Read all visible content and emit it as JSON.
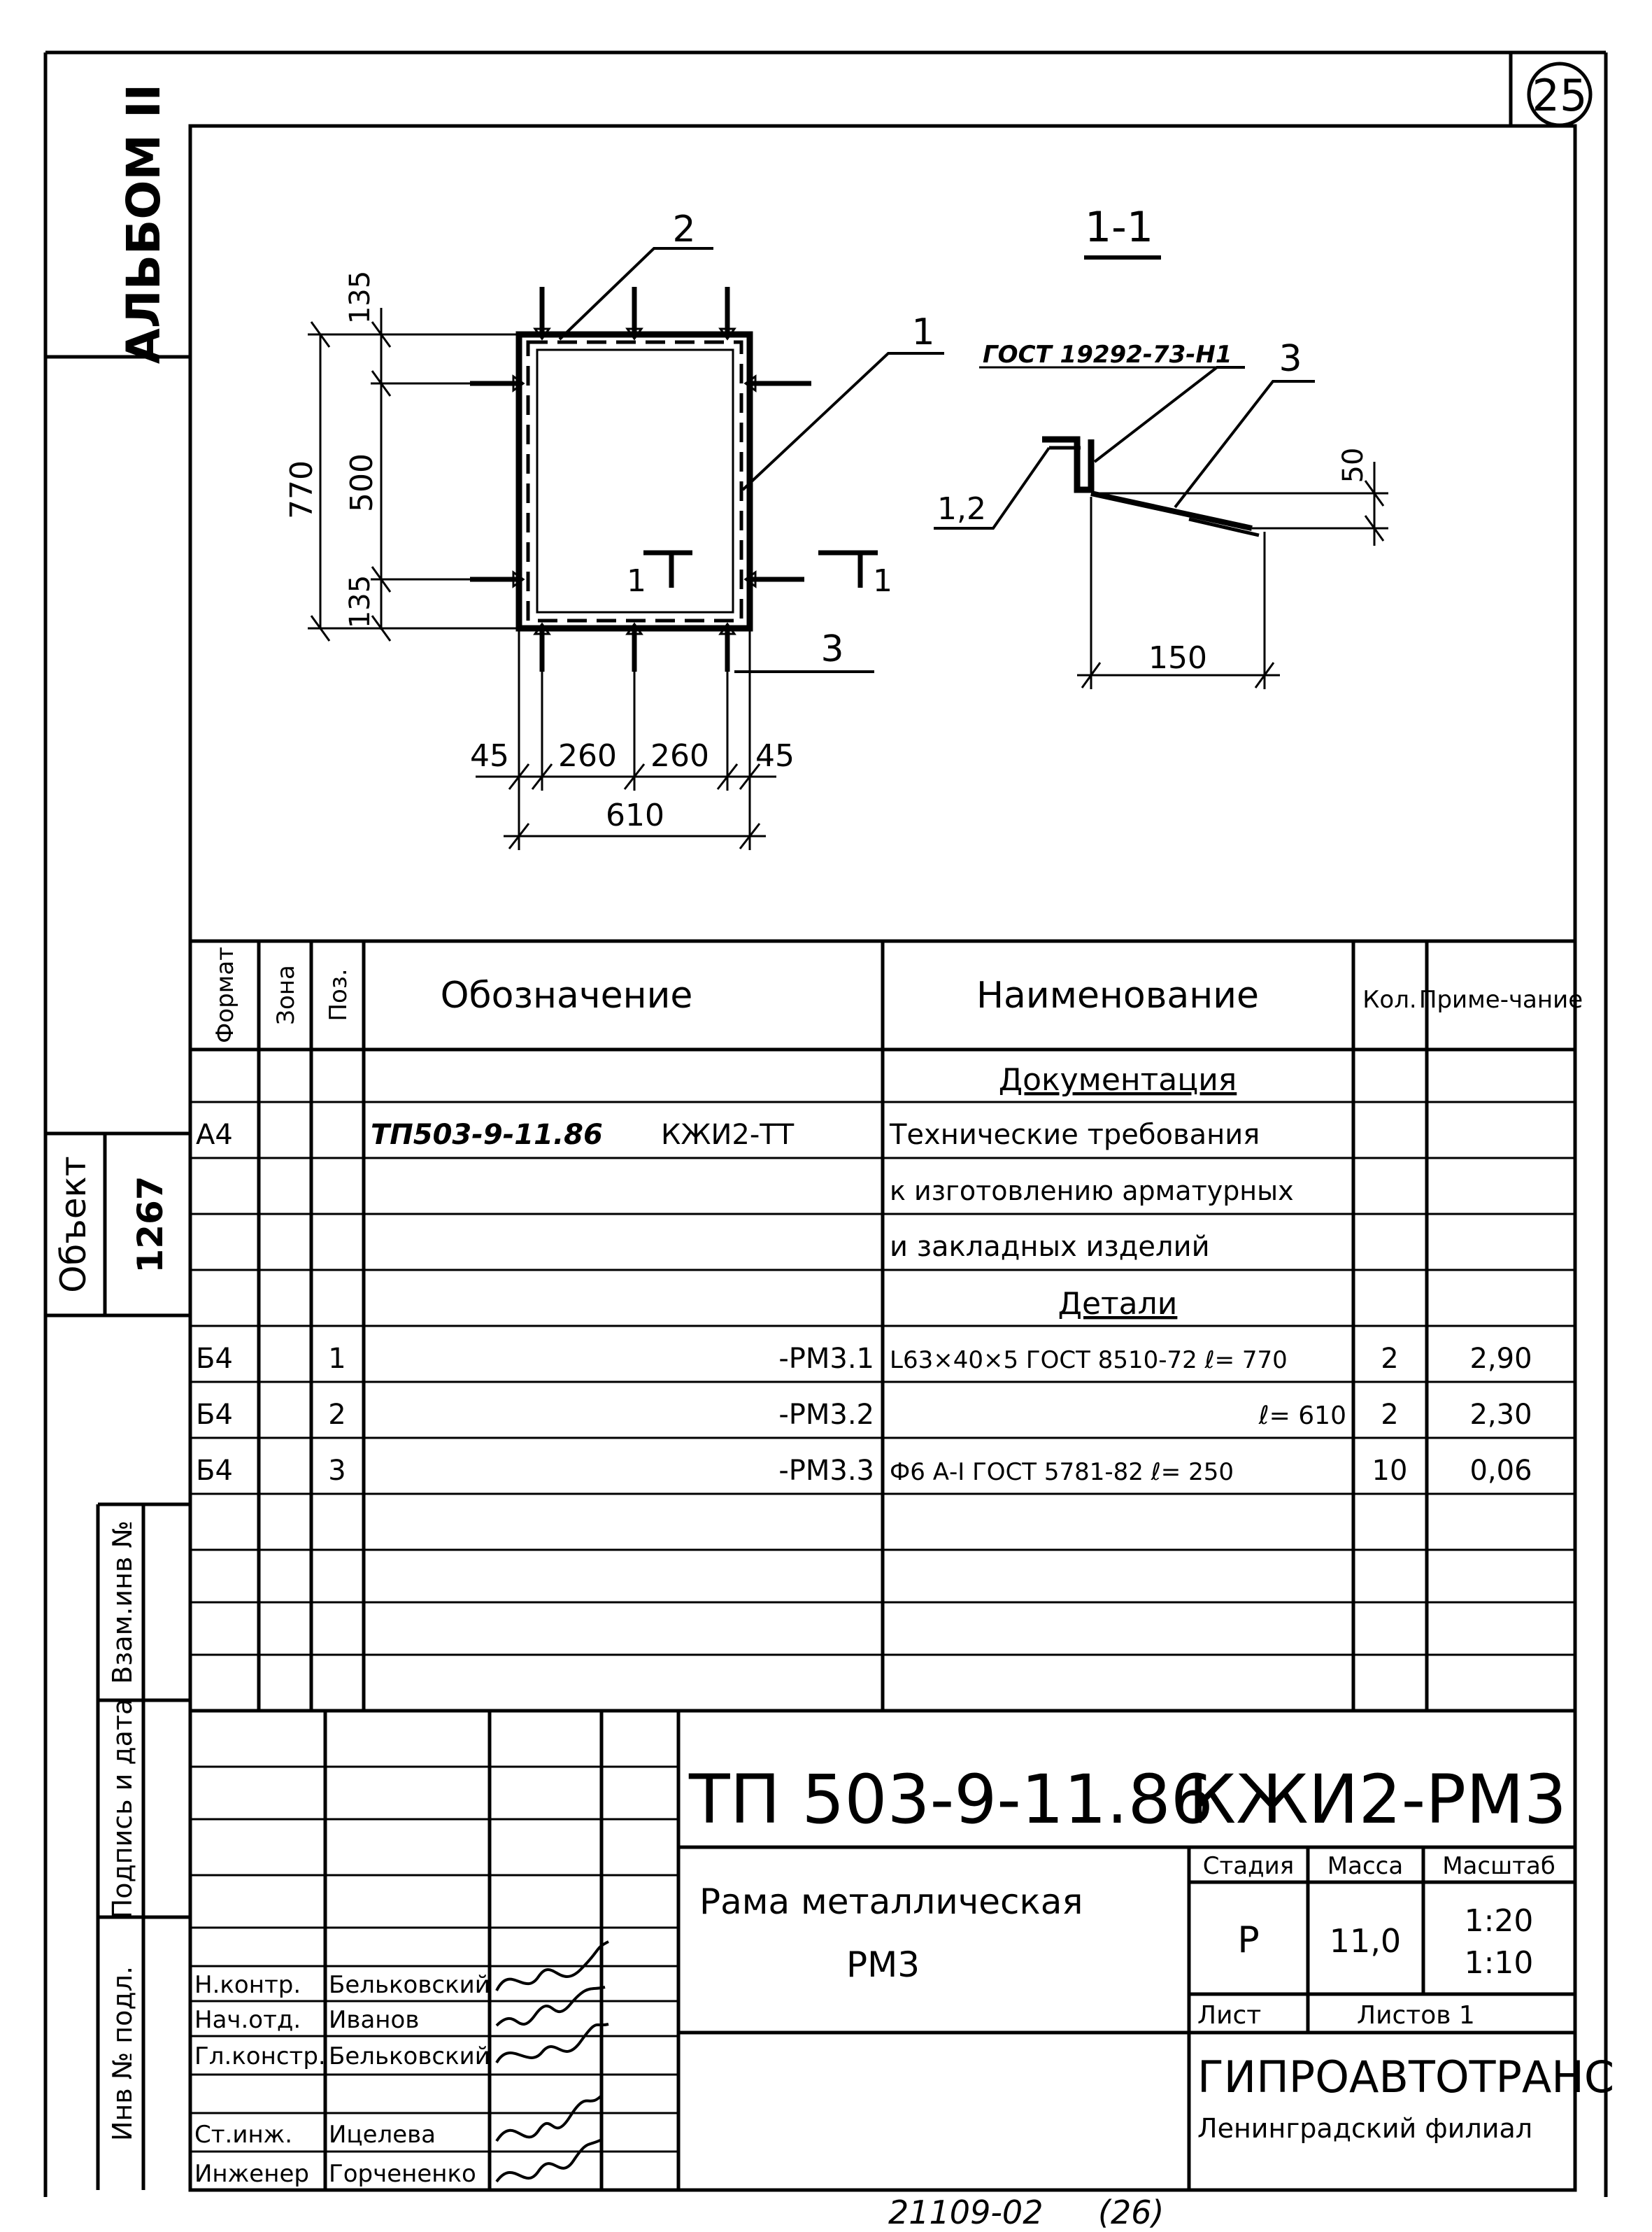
{
  "sheet": {
    "number": "25",
    "bottom_note": "21109-02",
    "bottom_number": "(26)",
    "side": {
      "album": "АЛЬБОМ II",
      "object_label": "Объект",
      "object_value": "1267",
      "vzam": "Взам.инв №",
      "podp": "Подпись и дата",
      "inv": "Инв № подл."
    }
  },
  "drawing": {
    "section_label": "1-1",
    "callout_1": "1",
    "callout_2": "2",
    "callout_3": "3",
    "callout_3b": "3",
    "callout_12": "1,2",
    "gost": "ГОСТ 19292-73-Н1",
    "sec_mark": "1",
    "dims": {
      "d135a": "135",
      "d500": "500",
      "d770": "770",
      "d135b": "135",
      "d45a": "45",
      "d260a": "260",
      "d260b": "260",
      "d45b": "45",
      "d610": "610",
      "d50": "50",
      "d150": "150"
    }
  },
  "spec": {
    "headers": {
      "format": "Формат",
      "zone": "Зона",
      "pos": "Поз.",
      "designation": "Обозначение",
      "name": "Наименование",
      "qty": "Кол.",
      "note": "Приме-чание"
    },
    "sections": {
      "docs": "Документация",
      "parts": "Детали"
    },
    "doc_row": {
      "format": "А4",
      "designation": "ТП503-9-11.86",
      "code": "КЖИ2-ТТ",
      "name": [
        "Технические требования",
        "к изготовлению арматурных",
        "и закладных изделий"
      ]
    },
    "rows": [
      {
        "format": "Б4",
        "pos": "1",
        "designation": "-РМ3.1",
        "name": "L63×40×5 ГОСТ 8510-72  ℓ= 770",
        "qty": "2",
        "note": "2,90"
      },
      {
        "format": "Б4",
        "pos": "2",
        "designation": "-РМ3.2",
        "name": "ℓ= 610",
        "qty": "2",
        "note": "2,30"
      },
      {
        "format": "Б4",
        "pos": "3",
        "designation": "-РМ3.3",
        "name": "Ф6 А-I ГОСТ 5781-82  ℓ= 250",
        "qty": "10",
        "note": "0,06"
      }
    ]
  },
  "title_block": {
    "doc_code": "ТП 503-9-11.86",
    "doc_mark": "КЖИ2-РМ3",
    "name_line1": "Рама металлическая",
    "name_line2": "РМ3",
    "stage_label": "Стадия",
    "mass_label": "Масса",
    "scale_label": "Масштаб",
    "stage": "Р",
    "mass": "11,0",
    "scale1": "1:20",
    "scale2": "1:10",
    "sheet_label": "Лист",
    "sheets_label": "Листов 1",
    "org_name": "ГИПРОАВТОТРАНС",
    "org_branch": "Ленинградский филиал",
    "signers": [
      {
        "role": "Н.контр.",
        "name": "Бельковский"
      },
      {
        "role": "Нач.отд.",
        "name": "Иванов"
      },
      {
        "role": "Гл.констр.",
        "name": "Бельковский"
      },
      {
        "role": "Ст.инж.",
        "name": "Ицелева"
      },
      {
        "role": "Инженер",
        "name": "Горчененко"
      }
    ]
  }
}
